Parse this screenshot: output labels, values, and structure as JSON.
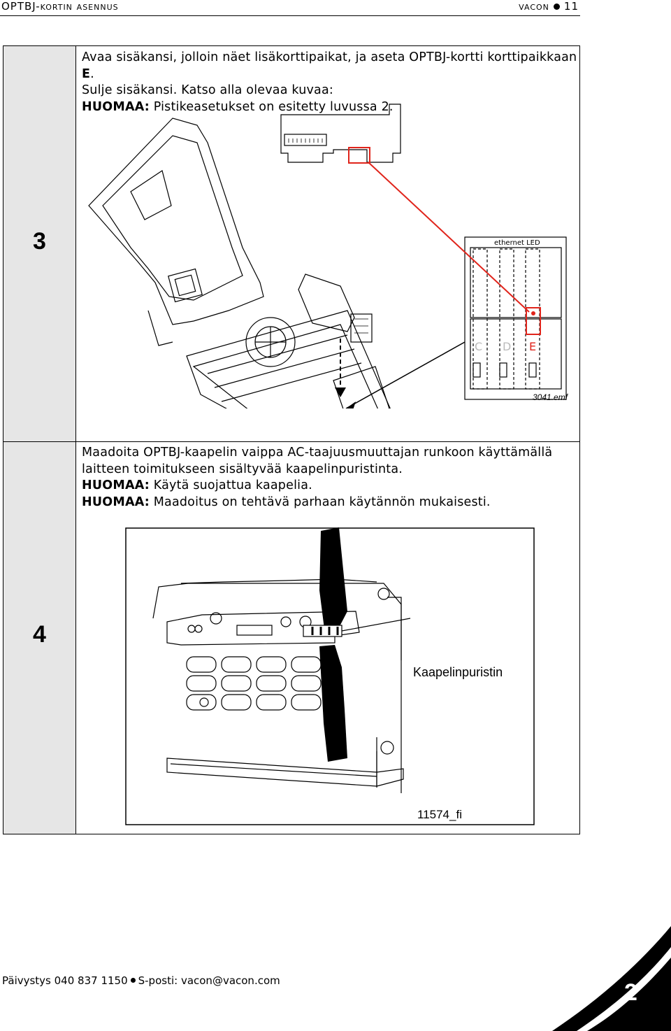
{
  "header": {
    "left": "OPTBJ-kortin asennus",
    "brand": "vacon",
    "page": "11"
  },
  "steps": [
    {
      "number": "3",
      "lines": [
        "Avaa sisäkansi, jolloin näet lisäkorttipaikat, ja aseta OPTBJ-kortti korttipaikkaan ",
        "Sulje sisäkansi. Katso alla olevaa kuvaa:"
      ],
      "slot_letter": "E",
      "slot_end": ".",
      "note_label": "HUOMAA:",
      "note_text": " Pistikeasetukset on esitetty luvussa 2.",
      "figure": {
        "caption": "3041.emf",
        "board_label": "ethernet LED",
        "slot_labels": [
          "C",
          "D",
          "E"
        ]
      }
    },
    {
      "number": "4",
      "lines": [
        "Maadoita OPTBJ-kaapelin vaippa AC-taajuusmuuttajan runkoon käyttämällä",
        "laitteen toimitukseen sisältyvää kaapelinpuristinta."
      ],
      "notes": [
        {
          "label": "HUOMAA:",
          "text": " Käytä suojattua kaapelia."
        },
        {
          "label": "HUOMAA:",
          "text": " Maadoitus on tehtävä parhaan käytännön mukaisesti."
        }
      ],
      "figure": {
        "callout": "Kaapelinpuristin",
        "caption": "11574_fi"
      }
    }
  ],
  "footer": {
    "phone": "Päivystys 040 837 1150",
    "email": "S-posti: vacon@vacon.com"
  },
  "page_number": "2",
  "colors": {
    "highlight": "#e0241b",
    "step_column": "#e6e6e6"
  }
}
